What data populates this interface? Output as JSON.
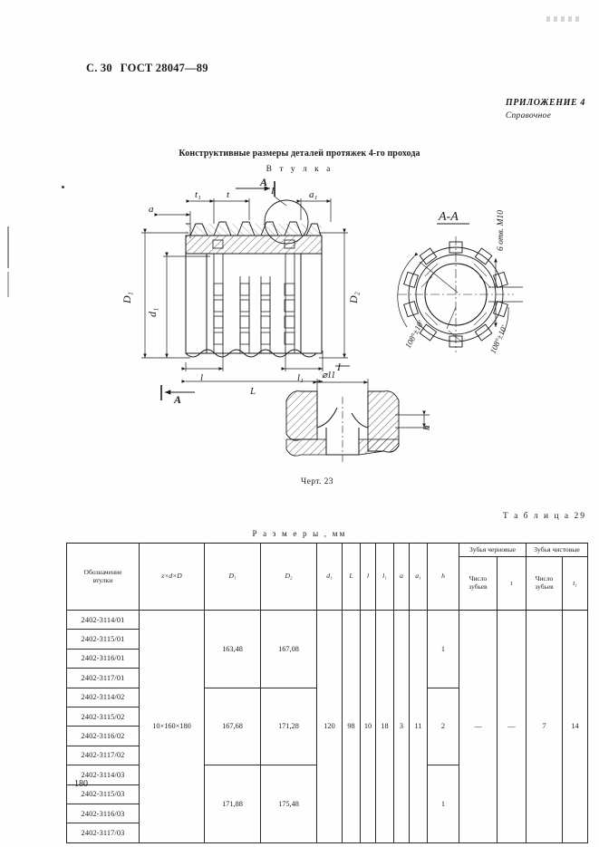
{
  "header": {
    "page_label": "С. 30",
    "standard": "ГОСТ 28047—89"
  },
  "appendix": {
    "line1": "ПРИЛОЖЕНИЕ 4",
    "line2": "Справочное"
  },
  "title": "Конструктивные размеры деталей протяжек 4-го прохода",
  "subtitle": "В т у л к а",
  "figure": {
    "caption": "Черт. 23",
    "section_label": "А-А",
    "detail_label": "I",
    "section_arrow_label": "A",
    "section_arrow_label_bottom": "A",
    "labels": {
      "a": "a",
      "a1": "a₁",
      "t": "t",
      "t1": "t₁",
      "D1": "D₁",
      "D2": "D₂",
      "d1": "d₁",
      "l": "l",
      "l1": "l₁",
      "L": "L",
      "h": "h",
      "hole_dia": "⌀11",
      "holes_note": "6 отв. М10",
      "angle1": "108°±10'",
      "angle2": "108°±10'"
    }
  },
  "table": {
    "number": "Т а б л и ц а 29",
    "units_caption": "Р а з м е р ы ,   мм",
    "group_headers": [
      {
        "label": "Зубья черновые"
      },
      {
        "label": "Зубья чистовые"
      }
    ],
    "columns": [
      {
        "key": "desig",
        "label_line1": "Обозначение",
        "label_line2": "втулки"
      },
      {
        "key": "zdD",
        "label": "z×d×D"
      },
      {
        "key": "D1",
        "label": "D₁"
      },
      {
        "key": "D2",
        "label": "D₂"
      },
      {
        "key": "d1",
        "label": "d₁"
      },
      {
        "key": "L",
        "label": "L"
      },
      {
        "key": "l",
        "label": "l"
      },
      {
        "key": "l1",
        "label": "l₁"
      },
      {
        "key": "a",
        "label": "a"
      },
      {
        "key": "a1",
        "label": "a₁"
      },
      {
        "key": "h",
        "label": "h"
      },
      {
        "key": "rough_count",
        "label_line1": "Число",
        "label_line2": "зубьев"
      },
      {
        "key": "rough_t",
        "label": "t"
      },
      {
        "key": "fin_count",
        "label_line1": "Число",
        "label_line2": "зубьев"
      },
      {
        "key": "fin_t1",
        "label": "t₁"
      }
    ],
    "designations": [
      "2402-3114/01",
      "2402-3115/01",
      "2402-3116/01",
      "2402-3117/01",
      "2402-3114/02",
      "2402-3115/02",
      "2402-3116/02",
      "2402-3117/02",
      "2402-3114/03",
      "2402-3115/03",
      "2402-3116/03",
      "2402-3117/03"
    ],
    "groups": [
      {
        "D1": "163,48",
        "D2": "167,08",
        "h": "1"
      },
      {
        "D1": "167,68",
        "D2": "171,28",
        "h": "2"
      },
      {
        "D1": "171,88",
        "D2": "175,48",
        "h": "1"
      }
    ],
    "spanned": {
      "zdD": "10×160×180",
      "d1": "120",
      "L": "98",
      "l": "10",
      "l1": "18",
      "a": "3",
      "a1": "11",
      "rough_count": "—",
      "rough_t": "—",
      "fin_count": "7",
      "fin_t1": "14"
    }
  },
  "footer": {
    "page_number": "180"
  }
}
